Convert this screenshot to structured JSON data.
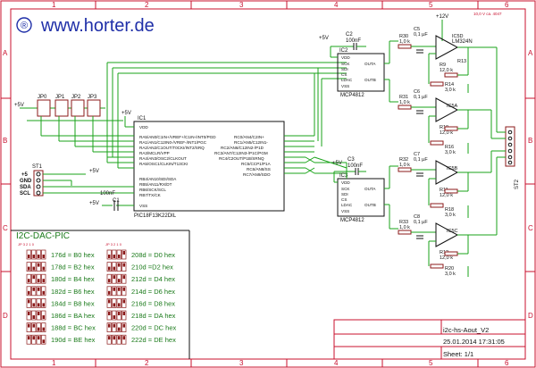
{
  "header": {
    "logo_symbol": "®",
    "website": "www.horter.de"
  },
  "frame": {
    "columns": [
      "1",
      "2",
      "3",
      "4",
      "5",
      "6"
    ],
    "rows": [
      "A",
      "B",
      "C",
      "D"
    ]
  },
  "jumpers": {
    "labels": [
      "JP0",
      "JP1",
      "JP2",
      "JP3"
    ],
    "vcc": "+5V"
  },
  "connector_st1": {
    "name": "ST1",
    "pins": [
      "+5",
      "GND",
      "SDA",
      "SCL"
    ],
    "vcc": "+5V"
  },
  "ic1": {
    "name": "IC1",
    "part": "PIC18F13K22DIL",
    "left_pins": [
      "VDD",
      "RA5/AN0/C1IN+/VREF+/C1IN-/INT0/PGD",
      "RA1/AN1/C12IN0-/VREF-/INT1/PGC",
      "RA2/AN2/C1OUT/T0CKI/INT2/SRQ",
      "RA3/MCLR/VPP",
      "RA4/AN3/OSC2/CLKOUT",
      "RA5/OSC1/CLKIN/T13CKI",
      "RB4/AN10/SDI/SDA",
      "RB5/AN11/RX/DT",
      "RB6/SCK/SCL",
      "RB7/TX/CK",
      "VSS"
    ],
    "right_pins": [
      "RC0/AN4/C2IN+",
      "RC1/AN5/C12IN1-",
      "RC2/AN6/C12IN2-/P1D",
      "RC3/AN7/C12IN3-/P1C/PGM",
      "RC4/C2OUT/P1B/SRNQ",
      "RC5/CCP1/P1A",
      "RC6/AN8/SS",
      "RC7/AN9/SDO"
    ],
    "vcc": "+5V",
    "cap": "C1",
    "cap_value": "100nF",
    "cap_vcc": "+5V"
  },
  "ic2": {
    "name": "IC2",
    "part": "MCP4812",
    "pins_left": [
      "VDD",
      "SCK",
      "SDI",
      "CS",
      "LDAC",
      "VSS"
    ],
    "pins_right": [
      "OUTA",
      "OUTB"
    ],
    "cap": "C2",
    "cap_value": "100nF",
    "vcc": "+5V"
  },
  "ic3": {
    "name": "IC3",
    "part": "MCP4812",
    "pins_left": [
      "VDD",
      "SCK",
      "SDI",
      "CS",
      "LDAC",
      "VSS"
    ],
    "pins_right": [
      "OUTA",
      "OUTB"
    ],
    "cap": "C3",
    "cap_value": "100nF",
    "vcc": "+5V"
  },
  "opamps": {
    "supply": "+12V",
    "supply_note": "10,0 V ca. 4047",
    "part": "LM324N",
    "channels": [
      {
        "amp": "IC5D",
        "r_in": "R30",
        "r_in_val": "1,0 k",
        "cap": "C5",
        "cap_val": "0,1 µF",
        "r_fb": "R9",
        "r_fb_val": "12,0 k",
        "r_gnd": "R14",
        "r_gnd_val": "3,0 k",
        "extra": "R13"
      },
      {
        "amp": "IC5A",
        "r_in": "R31",
        "r_in_val": "1,0 k",
        "cap": "C6",
        "cap_val": "0,1 µF",
        "r_fb": "R10",
        "r_fb_val": "12,0 k",
        "r_gnd": "R16",
        "r_gnd_val": "3,0 k",
        "extra": ""
      },
      {
        "amp": "IC5B",
        "r_in": "R32",
        "r_in_val": "1,0 k",
        "cap": "C7",
        "cap_val": "0,1 µF",
        "r_fb": "R11",
        "r_fb_val": "12,0 k",
        "r_gnd": "R18",
        "r_gnd_val": "3,0 k",
        "extra": ""
      },
      {
        "amp": "IC5C",
        "r_in": "R33",
        "r_in_val": "1,0 k",
        "cap": "C8",
        "cap_val": "0,1 µF",
        "r_fb": "R12",
        "r_fb_val": "12,0 k",
        "r_gnd": "R20",
        "r_gnd_val": "3,0 k",
        "extra": ""
      }
    ]
  },
  "output_connector": {
    "name": "ST2"
  },
  "address_table": {
    "title": "I2C-DAC-PIC",
    "jp_header": "JP 3 2 1 0",
    "left": [
      "176d = B0 hex",
      "178d = B2 hex",
      "180d = B4 hex",
      "182d = B6 hex",
      "184d = B8 hex",
      "186d = BA hex",
      "188d = BC hex",
      "190d = BE hex"
    ],
    "right": [
      "208d = D0 hex",
      "210d =D2 hex",
      "212d = D4 hex",
      "214d = D6 hex",
      "216d = D8 hex",
      "218d = DA hex",
      "220d = DC hex",
      "222d = DE hex"
    ]
  },
  "title_block": {
    "name": "i2c-hs-Aout_V2",
    "date": "25.01.2014 17:31:05",
    "sheet": "Sheet: 1/1"
  }
}
